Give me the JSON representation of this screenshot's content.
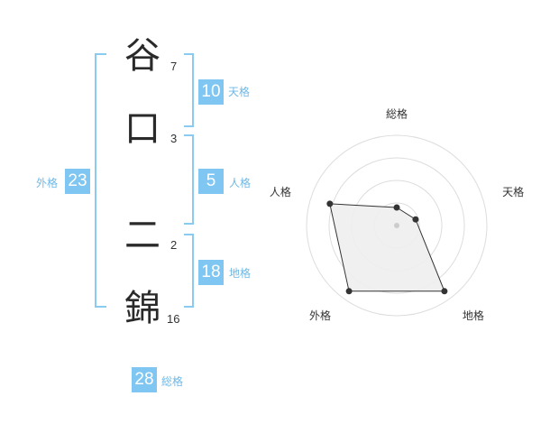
{
  "characters": [
    {
      "char": "谷",
      "strokes": "7"
    },
    {
      "char": "口",
      "strokes": "3"
    },
    {
      "char": "二",
      "strokes": "2"
    },
    {
      "char": "錦",
      "strokes": "16"
    }
  ],
  "kakusu": {
    "tenkaku": {
      "value": "10",
      "label": "天格"
    },
    "jinkaku": {
      "value": "5",
      "label": "人格"
    },
    "chikaku": {
      "value": "18",
      "label": "地格"
    },
    "gaikaku": {
      "value": "23",
      "label": "外格"
    },
    "soukaku": {
      "value": "28",
      "label": "総格"
    }
  },
  "colors": {
    "accent": "#7fc6f2",
    "bracket": "#8ccbf0"
  },
  "chart_data": {
    "type": "radar",
    "axes": [
      "総格",
      "天格",
      "地格",
      "外格",
      "人格"
    ],
    "values": [
      0.2,
      0.22,
      0.9,
      0.9,
      0.78
    ],
    "range": [
      0,
      1
    ],
    "rings": 4
  }
}
